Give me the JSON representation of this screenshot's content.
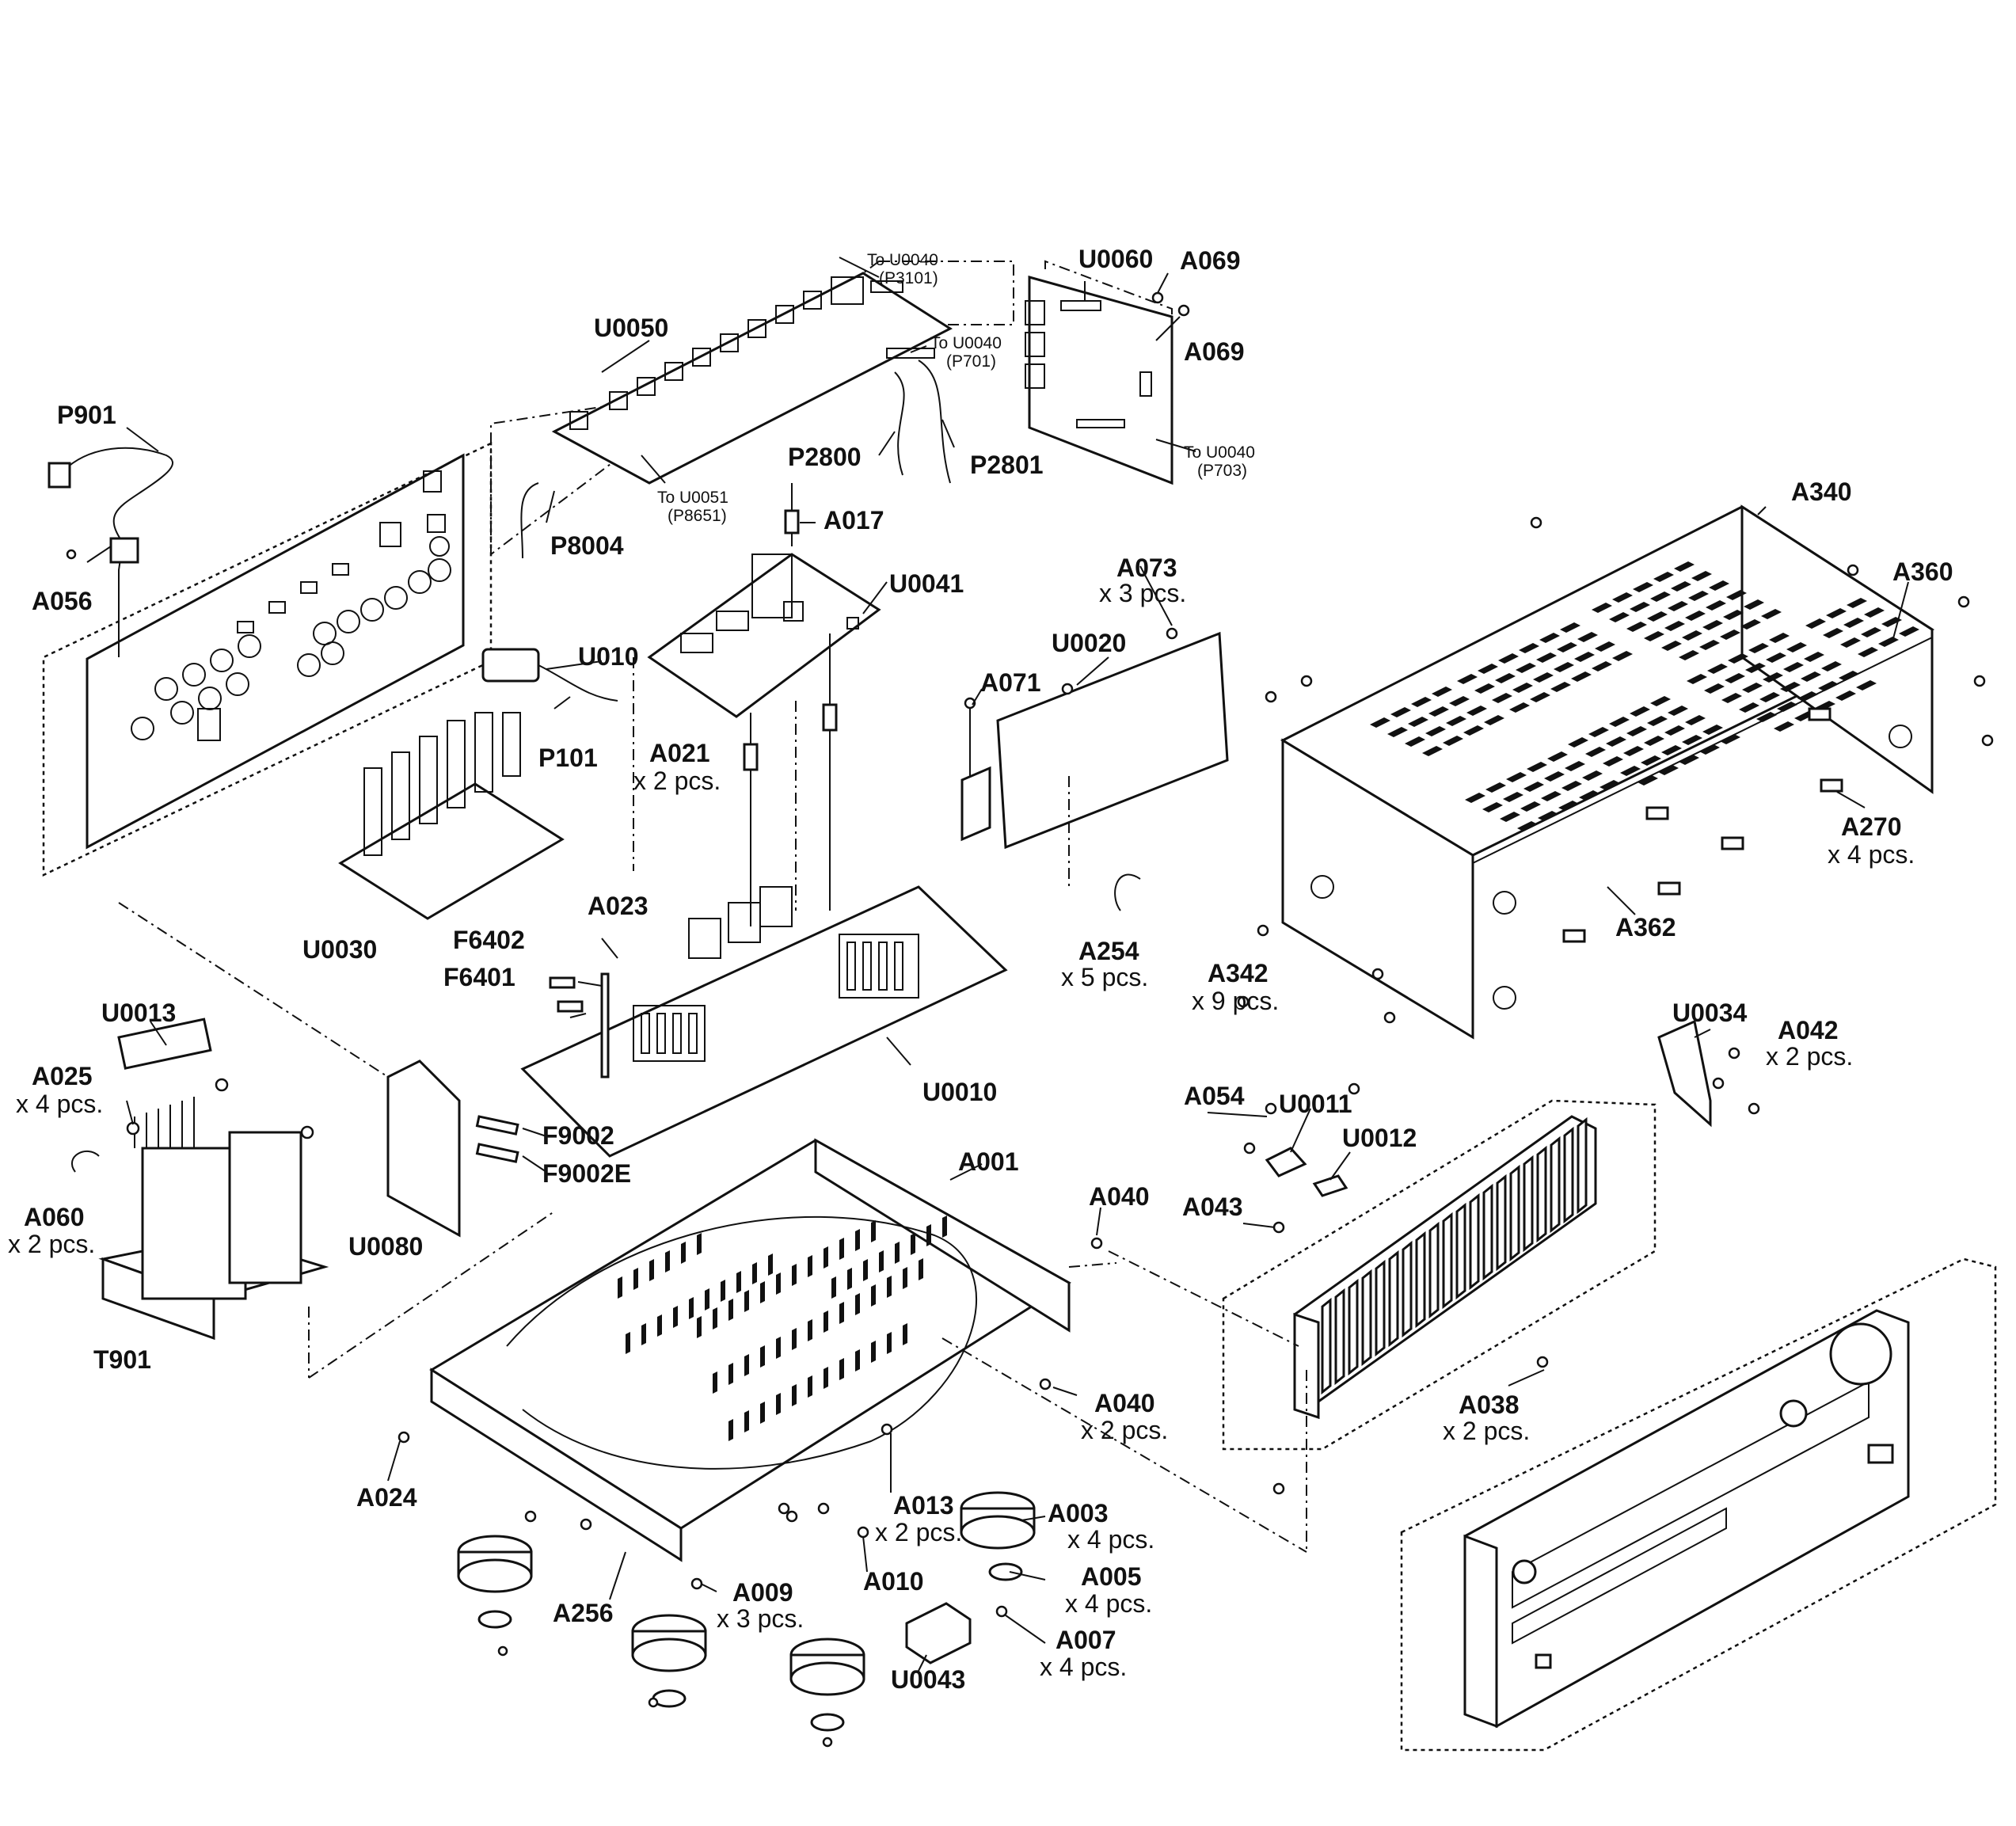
{
  "labels": {
    "p901": "P901",
    "a056": "A056",
    "u0050": "U0050",
    "to_u0040_p3101_a": "To U0040",
    "to_u0040_p3101_b": "(P3101)",
    "to_u0040_p701_a": "To U0040",
    "to_u0040_p701_b": "(P701)",
    "u0060": "U0060",
    "a069_top": "A069",
    "a069_mid": "A069",
    "to_u0040_p703_a": "To U0040",
    "to_u0040_p703_b": "(P703)",
    "to_u0051_a": "To U0051",
    "to_u0051_b": "(P8651)",
    "p8004": "P8004",
    "p2800": "P2800",
    "p2801": "P2801",
    "a017": "A017",
    "u0041": "U0041",
    "u010": "U010",
    "p101": "P101",
    "a021": "A021",
    "a021_qty": "x 2 pcs.",
    "a073": "A073",
    "a073_qty": "x 3 pcs.",
    "u0020": "U0020",
    "a071": "A071",
    "a340": "A340",
    "a360": "A360",
    "a270": "A270",
    "a270_qty": "x 4 pcs.",
    "a362": "A362",
    "u0030": "U0030",
    "a023": "A023",
    "f6402": "F6402",
    "f6401": "F6401",
    "a254": "A254",
    "a254_qty": "x 5 pcs.",
    "a342": "A342",
    "a342_qty": "x 9 pcs.",
    "u0013": "U0013",
    "a025": "A025",
    "a025_qty": "x 4 pcs.",
    "a060": "A060",
    "a060_qty": "x 2 pcs.",
    "t901": "T901",
    "f9002": "F9002",
    "f9002e": "F9002E",
    "u0080": "U0080",
    "u0010": "U0010",
    "u0034": "U0034",
    "a042": "A042",
    "a042_qty": "x 2 pcs.",
    "a054": "A054",
    "u0011": "U0011",
    "u0012": "U0012",
    "a043": "A043",
    "a001": "A001",
    "a040_top": "A040",
    "a040_bottom": "A040",
    "a040_qty": "x 2 pcs.",
    "a038": "A038",
    "a038_qty": "x 2 pcs.",
    "a024": "A024",
    "a013": "A013",
    "a013_qty": "x 2 pcs.",
    "a003": "A003",
    "a003_qty": "x 4 pcs.",
    "a005": "A005",
    "a005_qty": "x 4 pcs.",
    "a256": "A256",
    "a009": "A009",
    "a009_qty": "x 3 pcs.",
    "a010": "A010",
    "a007": "A007",
    "a007_qty": "x 4 pcs.",
    "u0043": "U0043"
  }
}
